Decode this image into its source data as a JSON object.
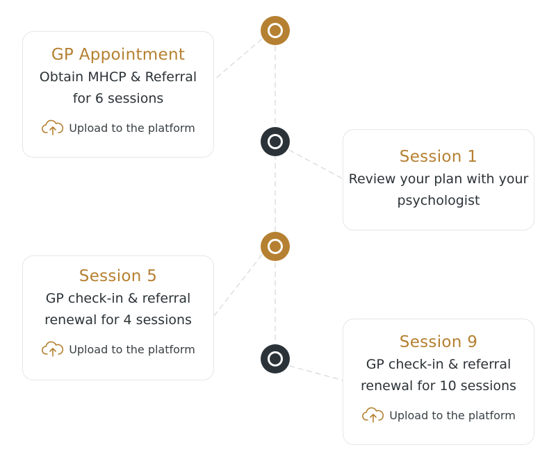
{
  "colors": {
    "accent": "#b58031",
    "dark": "#2b3339",
    "line": "#dedede",
    "text": "#2b3236"
  },
  "steps": [
    {
      "title": "GP Appointment",
      "description_lines": [
        "Obtain MHCP & Referral",
        "for 6 sessions"
      ],
      "upload_label": "Upload to the platform",
      "icon": "cloud-upload-icon",
      "node_color": "accent"
    },
    {
      "title": "Session 1",
      "description_lines": [
        "Review your plan with your",
        "psychologist"
      ],
      "node_color": "dark"
    },
    {
      "title": "Session 5",
      "description_lines": [
        "GP check-in & referral",
        "renewal for 4 sessions"
      ],
      "upload_label": "Upload to the platform",
      "icon": "cloud-upload-icon",
      "node_color": "accent"
    },
    {
      "title": "Session 9",
      "description_lines": [
        "GP check-in & referral",
        "renewal for 10 sessions"
      ],
      "upload_label": "Upload to the platform",
      "icon": "cloud-upload-icon",
      "node_color": "dark"
    }
  ]
}
